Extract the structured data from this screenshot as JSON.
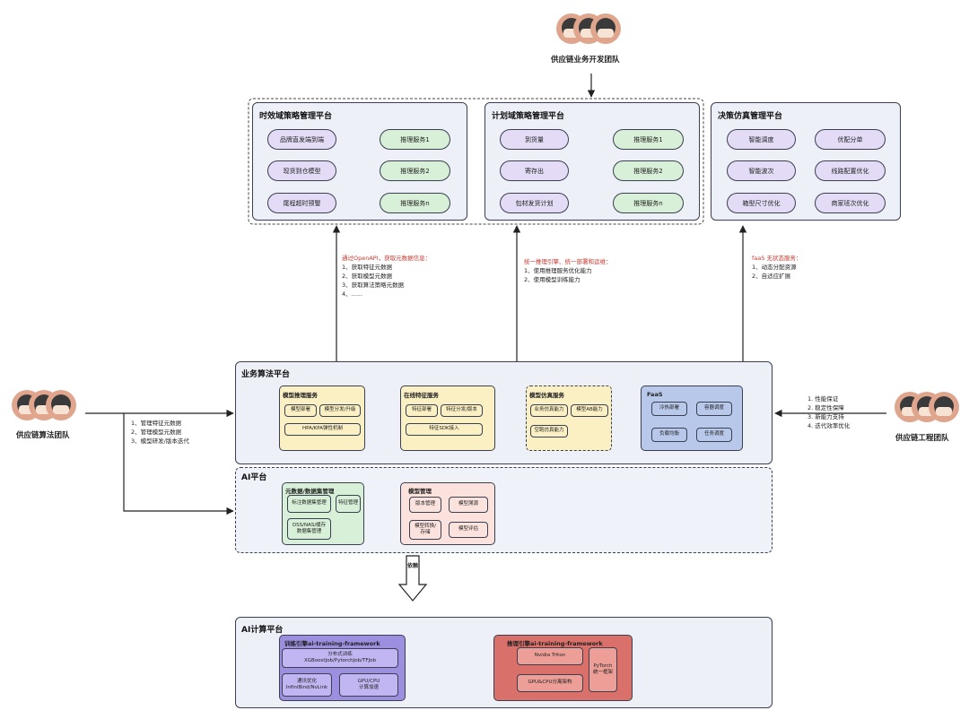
{
  "teams": {
    "biz": "供应链业务开发团队",
    "algo": "供应链算法团队",
    "eng": "供应链工程团队"
  },
  "top_platforms": {
    "timeliness": {
      "title": "时效域策略管理平台",
      "rows": [
        {
          "left": "品牌直发端到端",
          "right": "推理服务1"
        },
        {
          "left": "现货到仓模型",
          "right": "推理服务2"
        },
        {
          "left": "尾程超时预警",
          "right": "推理服务n"
        }
      ]
    },
    "planning": {
      "title": "计划域策略管理平台",
      "rows": [
        {
          "left": "到货量",
          "right": "推理服务1"
        },
        {
          "left": "寄存出",
          "right": "推理服务2"
        },
        {
          "left": "包材发货计划",
          "right": "推理服务n"
        }
      ]
    },
    "simulation": {
      "title": "决策仿真管理平台",
      "rows": [
        {
          "left": "智能调度",
          "right": "优配分单"
        },
        {
          "left": "智能波次",
          "right": "线路配置优化"
        },
        {
          "left": "箱型尺寸优化",
          "right": "商家班次优化"
        }
      ]
    }
  },
  "notes": {
    "openapi": {
      "head": "通过OpenAPI，获取元数据信息：",
      "lines": [
        "1、获取特征元数据",
        "2、获取模型元数据",
        "3、获取算法策略元数据",
        "4、......"
      ]
    },
    "unified": {
      "head": "统一推理引擎、统一部署和运维：",
      "lines": [
        "1、使用推理服务优化能力",
        "2、使用模型训练能力"
      ]
    },
    "faas": {
      "head": "faaS 无状态服务：",
      "lines": [
        "1、动态分配资源",
        "2、自适应扩展"
      ]
    },
    "algo_team": {
      "lines": [
        "1、管理特征元数据",
        "2、管理模型元数据",
        "3、模型研发/版本迭代"
      ]
    },
    "eng_team": {
      "lines": [
        "1. 性能保证",
        "2. 稳定性保障",
        "3. 新能力支持",
        "4. 迭代效率优化"
      ]
    }
  },
  "biz_algo": {
    "title": "业务算法平台",
    "infer": {
      "title": "模型推理服务",
      "items": [
        "模型部署",
        "模型分发/升级",
        "HPA/KPA弹性机制"
      ]
    },
    "feature": {
      "title": "在线特征服务",
      "items": [
        "特征部署",
        "特征分发/版本",
        "特征SDK接入"
      ]
    },
    "simsvc": {
      "title": "模型仿真服务",
      "items": [
        "业务仿真能力",
        "模型AB能力",
        "空跑仿真能力"
      ]
    },
    "faas": {
      "title": "FaaS",
      "items": [
        "冷热部署",
        "容器调度",
        "负载均衡",
        "任务调度"
      ]
    }
  },
  "ai_platform": {
    "title": "AI平台",
    "dataset": {
      "title": "元数据/数据集管理",
      "items": [
        "标注数据集管理",
        "特征管理",
        "OSS/NAS/缓存\n数据集管理"
      ]
    },
    "model": {
      "title": "模型管理",
      "items": [
        "版本管理",
        "模型溯源",
        "模型转换/\n存储",
        "模型评估"
      ]
    }
  },
  "dependency_label": "依赖",
  "ai_compute": {
    "title": "AI计算平台",
    "train": {
      "title": "训练引擎ai-training-framework",
      "items": [
        "分布式训练\nXGBoostJob/PytorchJob/TFJob",
        "通讯优化\nInfiniBind/NvLink",
        "GPU/CPU\n计算加速"
      ]
    },
    "infer": {
      "title": "推理引擎ai-training-framework",
      "items": [
        "Nvidia Triton",
        "GPU&CPU分离架构",
        "PyTorch\n统一框架"
      ]
    }
  },
  "colors": {
    "purple": "#e4dcf7",
    "green": "#d8f0d8",
    "yellow": "#fbefc4",
    "blue": "#b8c8ea",
    "pink": "#fce2dd",
    "train_purple": "#9c8fe0",
    "infer_red": "#d9706a",
    "note_red": "#c8382e"
  }
}
